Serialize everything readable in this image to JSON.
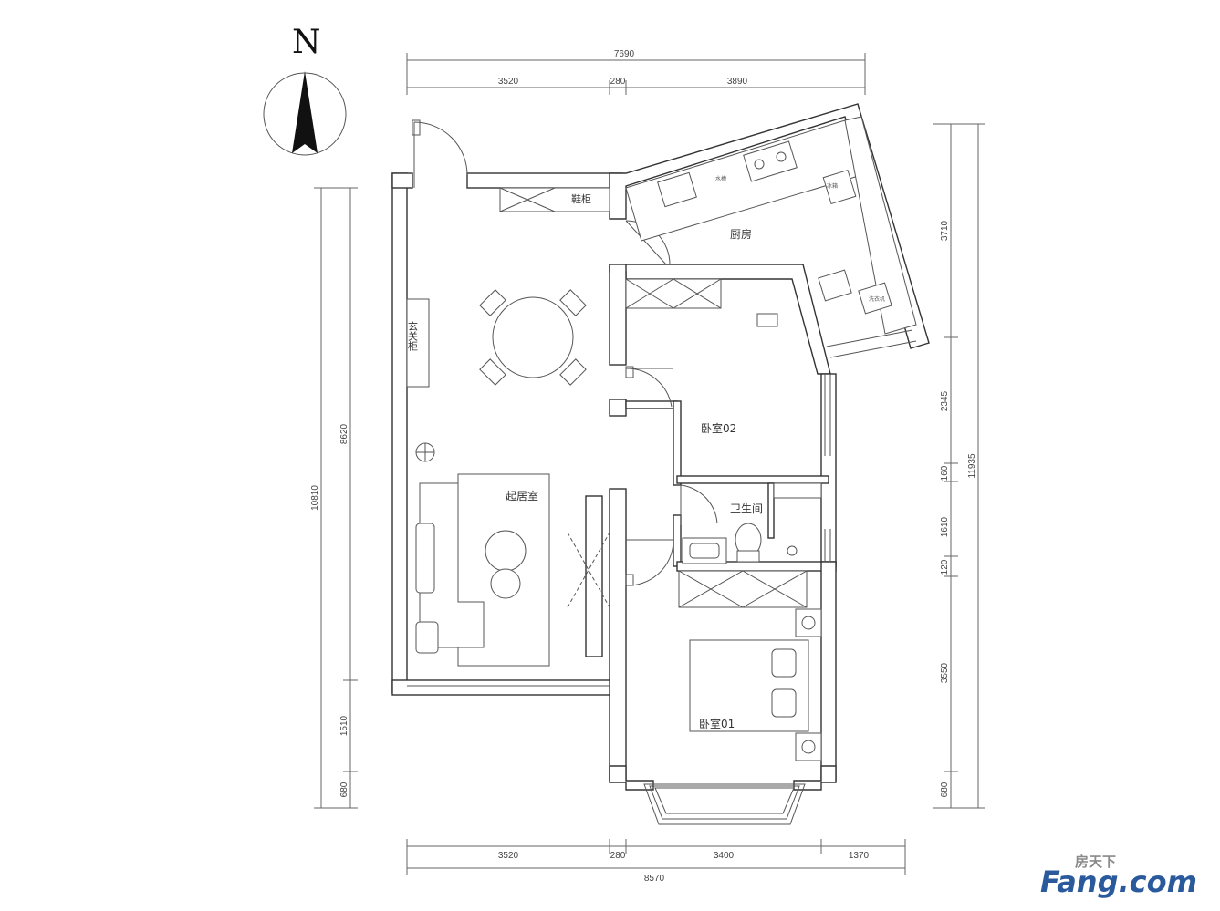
{
  "compass": {
    "label": "N"
  },
  "rooms": {
    "living": "起居室",
    "kitchen": "厨房",
    "bedroom02": "卧室02",
    "bedroom01": "卧室01",
    "bathroom": "卫生间",
    "entry_cabinet": "玄关柜",
    "shoe_cabinet": "鞋柜"
  },
  "fixtures": {
    "fridge": "冰箱",
    "washer": "洗衣机",
    "sink_tag": "水槽"
  },
  "dimensions": {
    "top_total": "7690",
    "top_segments": [
      "3520",
      "280",
      "3890"
    ],
    "bottom_segments": [
      "3520",
      "280",
      "3400",
      "1370"
    ],
    "bottom_total": "8570",
    "left_total": "10810",
    "left_segments": [
      "8620",
      "1510",
      "680"
    ],
    "right_total": "11935",
    "right_segments": [
      "3710",
      "2345",
      "160",
      "1610",
      "120",
      "3550",
      "680"
    ]
  },
  "watermark": {
    "cn": "房天下",
    "en": "Fang.com"
  },
  "colors": {
    "line": "#333333",
    "watermark_blue": "#2a5a9c",
    "watermark_grey": "#8a8a8a"
  }
}
